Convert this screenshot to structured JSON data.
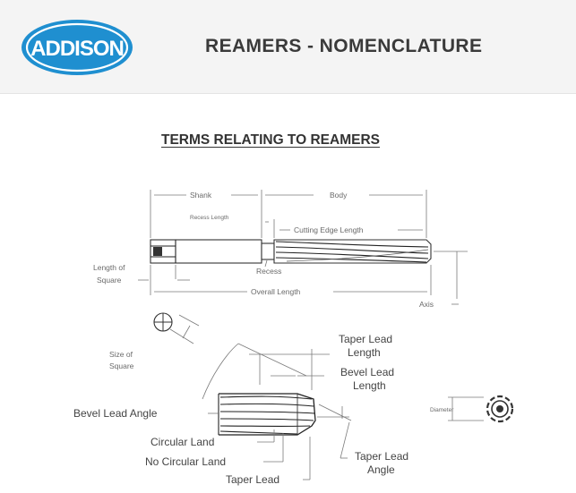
{
  "header": {
    "logo_text": "ADDISON",
    "title": "REAMERS - NOMENCLATURE"
  },
  "section_title": "TERMS RELATING TO REAMERS",
  "labels": {
    "shank": "Shank",
    "body": "Body",
    "recess_length": "Recess Length",
    "cutting_edge_length": "Cutting Edge Length",
    "length_of_square_1": "Length of",
    "length_of_square_2": "Square",
    "recess": "Recess",
    "overall_length": "Overall Length",
    "axis": "Axis",
    "size_of_square_1": "Size of",
    "size_of_square_2": "Square",
    "taper_lead_length_1": "Taper Lead",
    "taper_lead_length_2": "Length",
    "bevel_lead_length_1": "Bevel Lead",
    "bevel_lead_length_2": "Length",
    "bevel_lead_angle": "Bevel Lead Angle",
    "diameter": "Diameter",
    "circular_land": "Circular Land",
    "no_circular_land": "No Circular Land",
    "taper_lead": "Taper Lead",
    "taper_lead_angle_1": "Taper Lead",
    "taper_lead_angle_2": "Angle"
  },
  "colors": {
    "logo_blue": "#1f8fd0",
    "header_bg": "#f4f4f4",
    "title_text": "#3a3a3a"
  }
}
